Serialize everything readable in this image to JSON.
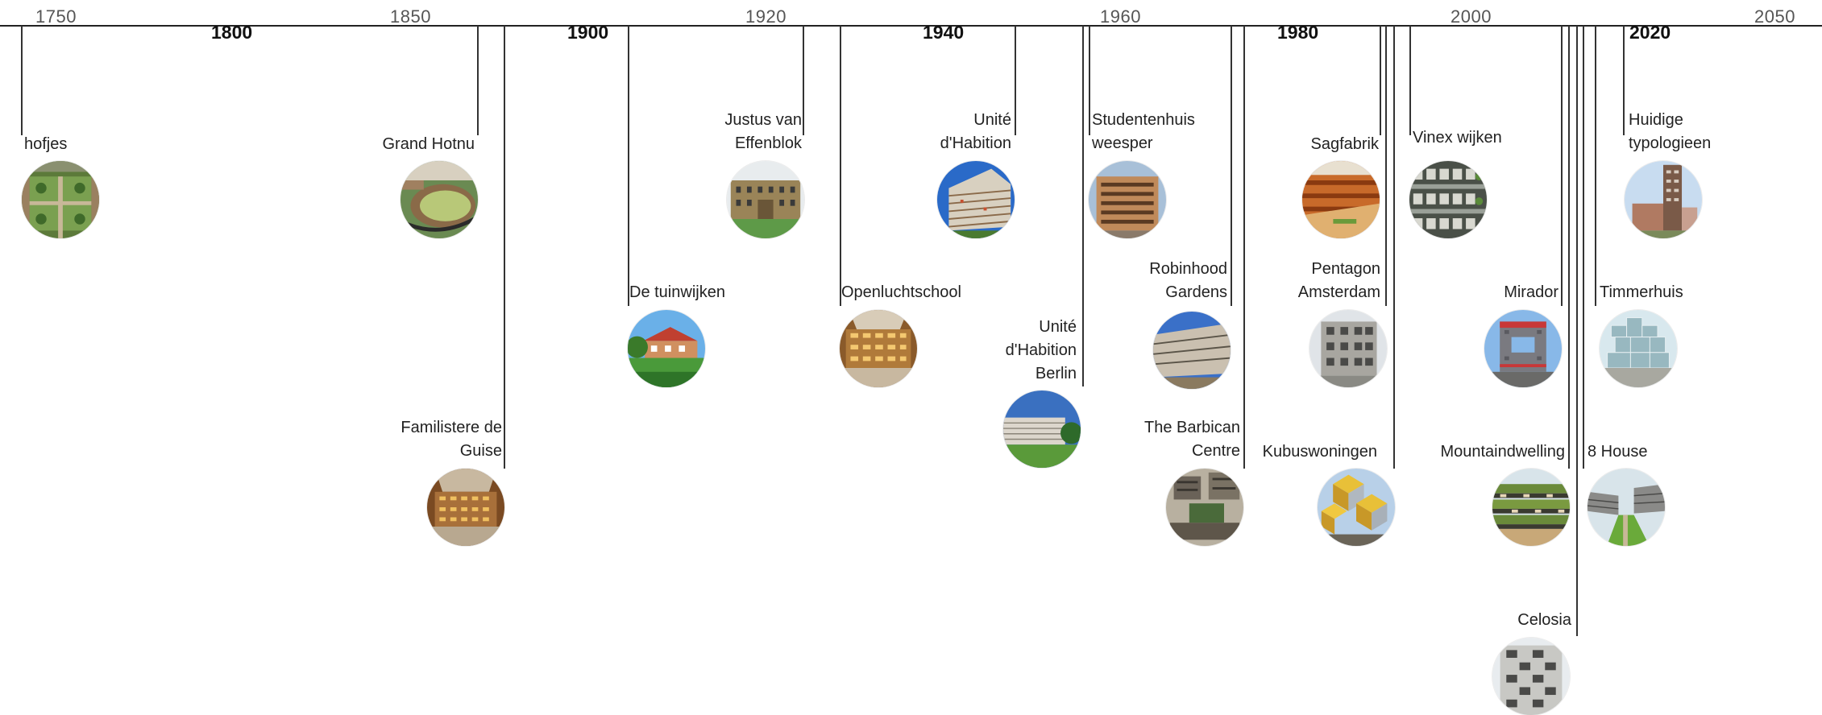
{
  "axis": {
    "ticks": [
      "1750",
      "1850",
      "1920",
      "1960",
      "2000",
      "2050"
    ],
    "decades": [
      "1800",
      "1900",
      "1940",
      "1980",
      "2020"
    ]
  },
  "events": [
    {
      "id": "hofjes",
      "label_lines": [
        "hofjes"
      ]
    },
    {
      "id": "grand-hotnu",
      "label_lines": [
        "Grand Hotnu"
      ]
    },
    {
      "id": "familistere",
      "label_lines": [
        "Familistere de",
        "Guise"
      ]
    },
    {
      "id": "de-tuinwijken",
      "label_lines": [
        "De tuinwijken"
      ]
    },
    {
      "id": "justus-van-effenblok",
      "label_lines": [
        "Justus van",
        "Effenblok"
      ]
    },
    {
      "id": "openluchtschool",
      "label_lines": [
        "Openluchtschool"
      ]
    },
    {
      "id": "unite-dhabition",
      "label_lines": [
        "Unité",
        "d'Habition"
      ]
    },
    {
      "id": "unite-berlin",
      "label_lines": [
        "Unité",
        "d'Habition",
        "Berlin"
      ]
    },
    {
      "id": "studentenhuis-weesper",
      "label_lines": [
        "Studentenhuis",
        "weesper"
      ]
    },
    {
      "id": "robinhood-gardens",
      "label_lines": [
        "Robinhood",
        "Gardens"
      ]
    },
    {
      "id": "barbican",
      "label_lines": [
        "The Barbican",
        "Centre"
      ]
    },
    {
      "id": "sagfabrik",
      "label_lines": [
        "Sagfabrik"
      ]
    },
    {
      "id": "pentagon-amsterdam",
      "label_lines": [
        "Pentagon",
        "Amsterdam"
      ]
    },
    {
      "id": "kubuswoningen",
      "label_lines": [
        "Kubuswoningen"
      ]
    },
    {
      "id": "vinex-wijken",
      "label_lines": [
        "Vinex wijken"
      ]
    },
    {
      "id": "mirador",
      "label_lines": [
        "Mirador"
      ]
    },
    {
      "id": "mountaindwelling",
      "label_lines": [
        "Mountaindwelling"
      ]
    },
    {
      "id": "celosia",
      "label_lines": [
        "Celosia"
      ]
    },
    {
      "id": "huidige-typologieen",
      "label_lines": [
        "Huidige",
        "typologieen"
      ]
    },
    {
      "id": "timmerhuis",
      "label_lines": [
        "Timmerhuis"
      ]
    },
    {
      "id": "8-house",
      "label_lines": [
        "8 House"
      ]
    }
  ]
}
